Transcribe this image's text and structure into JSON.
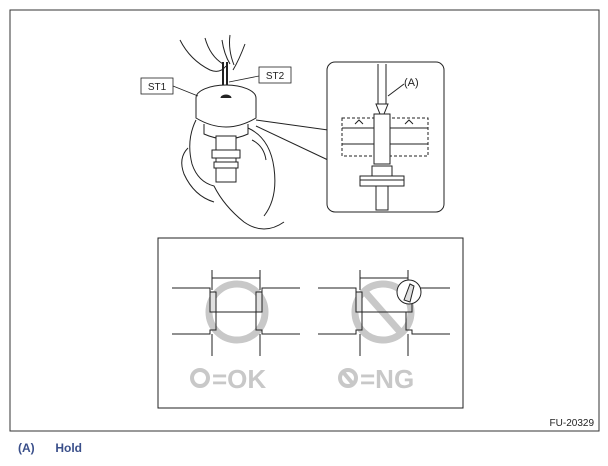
{
  "figure": {
    "code": "FU-20329",
    "labels": {
      "st1": "ST1",
      "st2": "ST2",
      "callout_a": "(A)"
    },
    "ok_text": "=OK",
    "ng_text": "=NG"
  },
  "legend": {
    "key": "(A)",
    "text": "Hold"
  },
  "colors": {
    "line": "#222222",
    "watermark": "#c8c8c8",
    "legend": "#3a4f8a"
  }
}
